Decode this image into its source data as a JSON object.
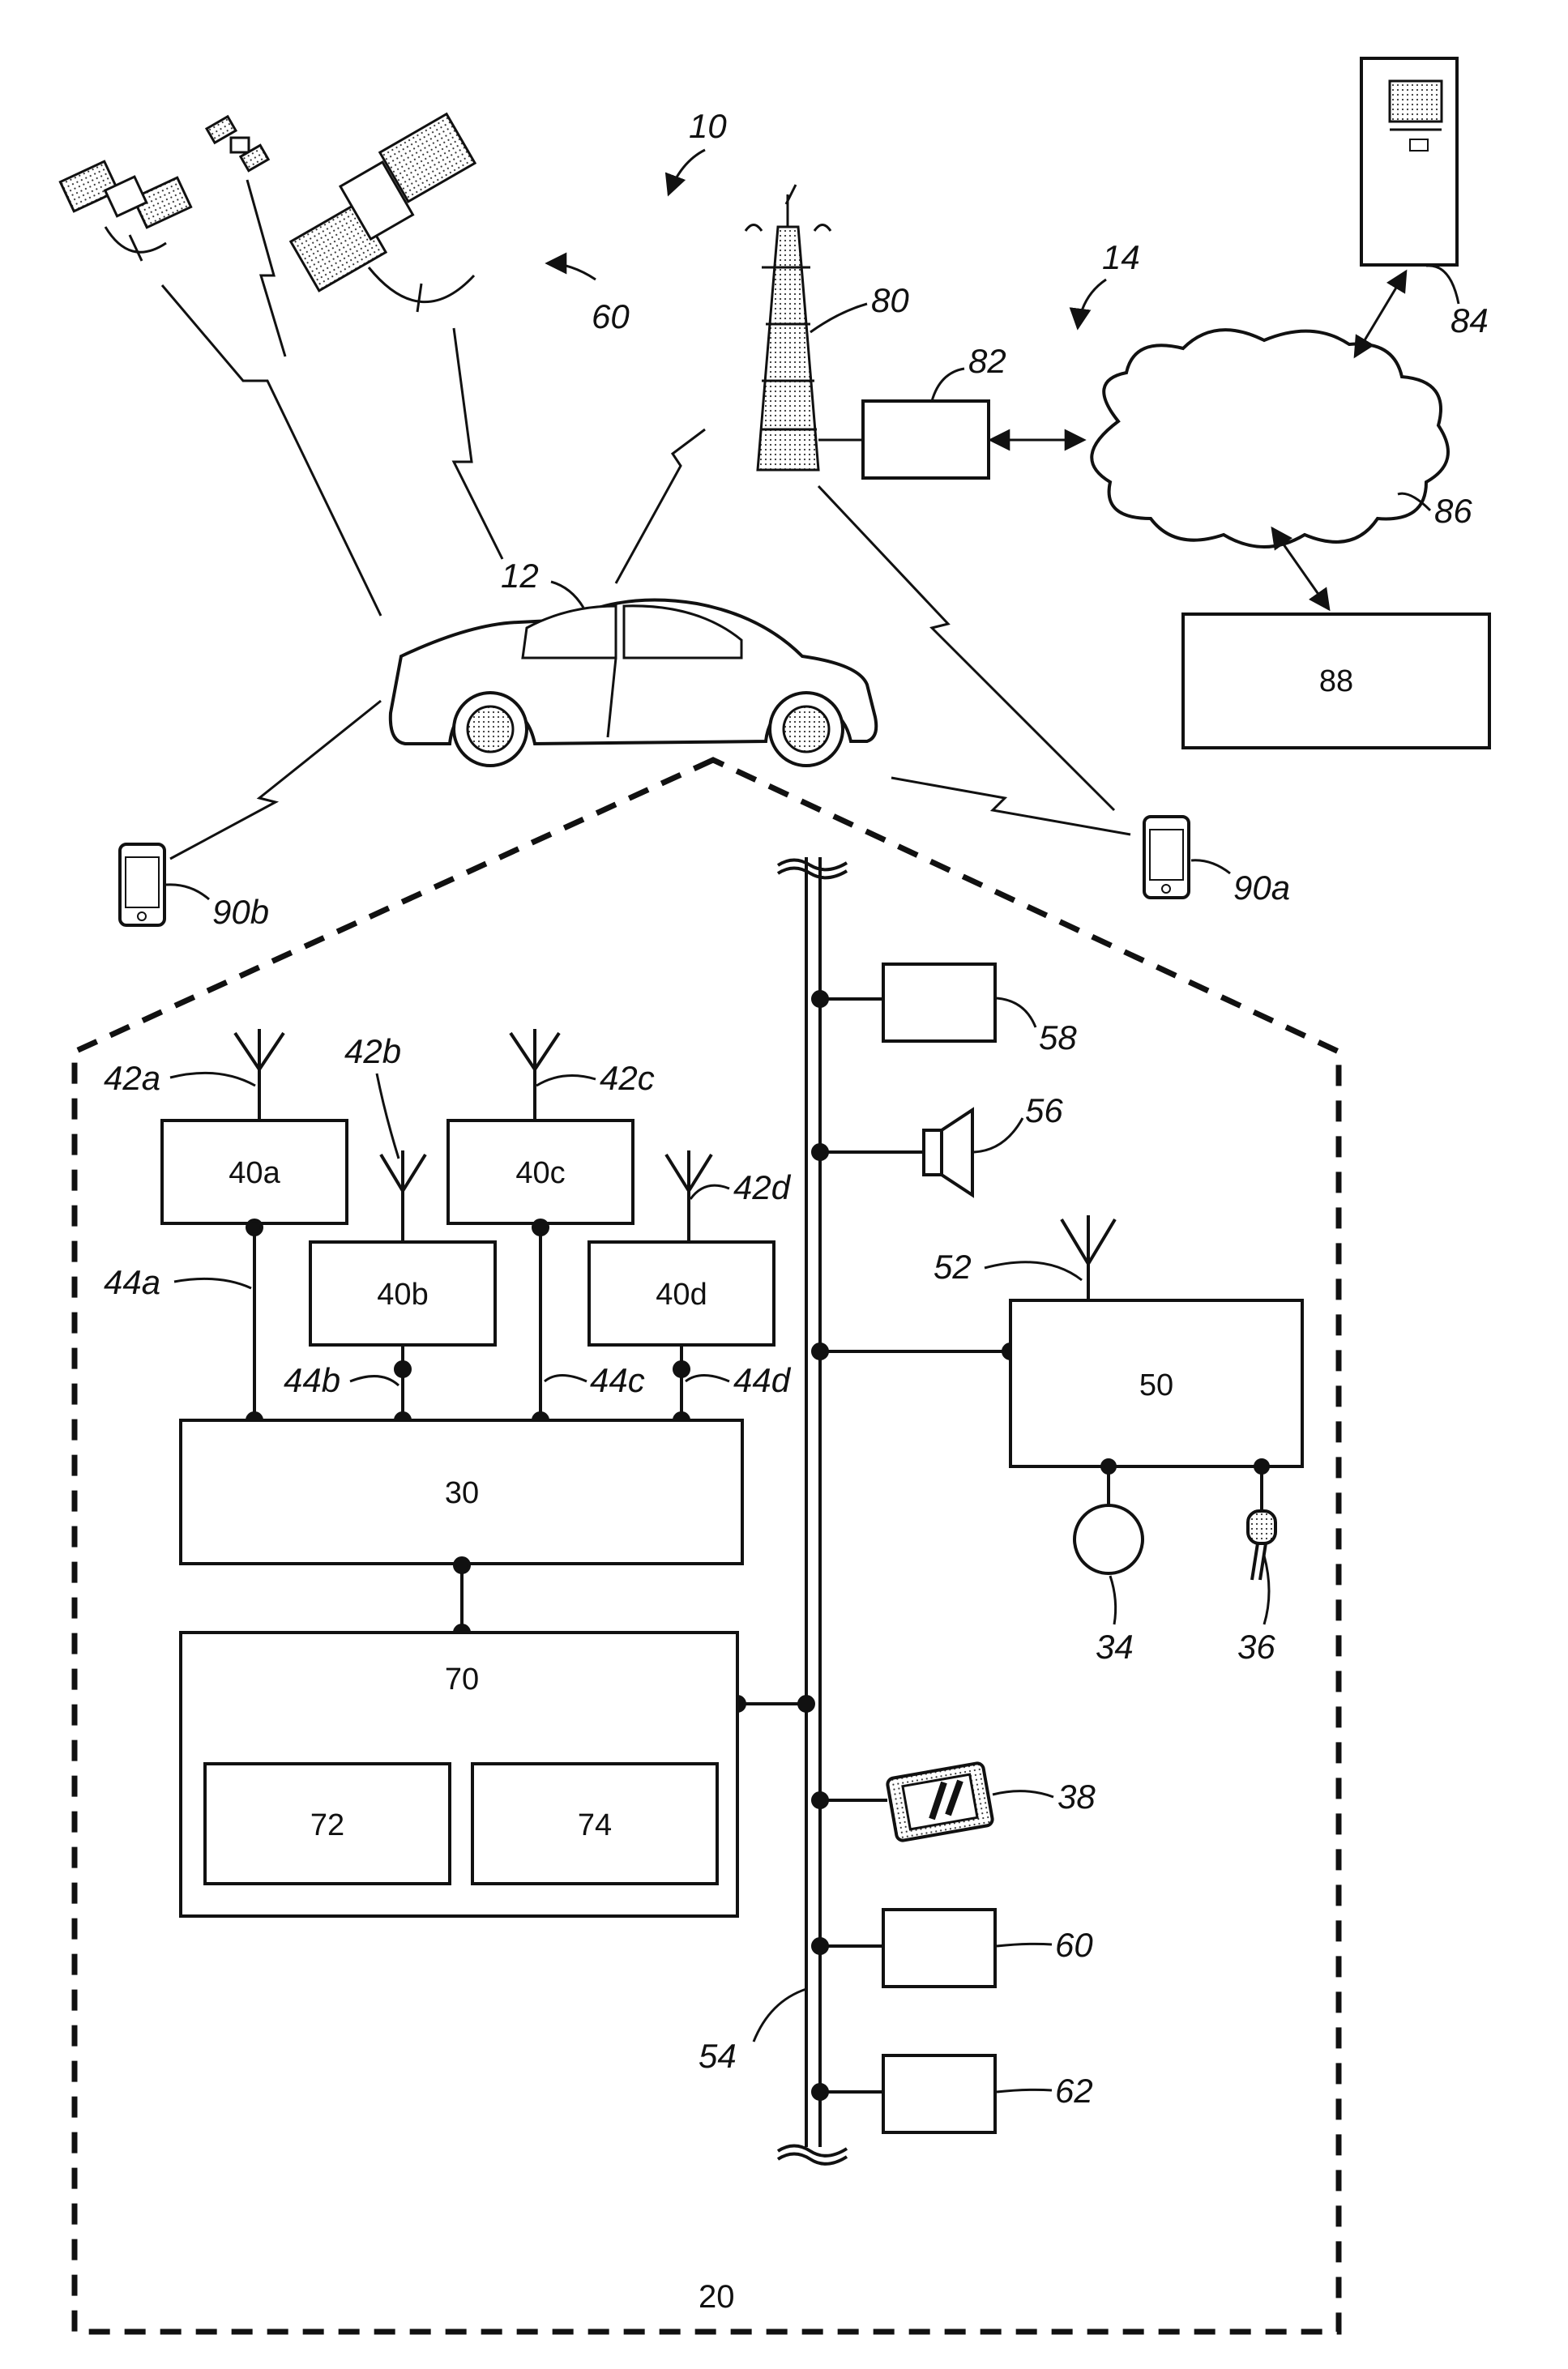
{
  "figure": {
    "ref_system": "10",
    "ref_vehicle": "12",
    "ref_network": "14",
    "ref_vehicle_electronics": "20",
    "ref_satellites": "60",
    "ref_tower": "80",
    "ref_mobile_switch": "82",
    "ref_computer": "84",
    "ref_cloud": "86",
    "ref_facility": "88",
    "ref_phone_a": "90a",
    "ref_phone_b": "90b"
  },
  "modules": {
    "box_40a": "40a",
    "box_40b": "40b",
    "box_40c": "40c",
    "box_40d": "40d",
    "box_30": "30",
    "box_70": "70",
    "box_72": "72",
    "box_74": "74",
    "box_50": "50"
  },
  "references": {
    "ref_42a": "42a",
    "ref_42b": "42b",
    "ref_42c": "42c",
    "ref_42d": "42d",
    "ref_44a": "44a",
    "ref_44b": "44b",
    "ref_44c": "44c",
    "ref_44d": "44d",
    "ref_52": "52",
    "ref_54": "54",
    "ref_56": "56",
    "ref_58": "58",
    "ref_38": "38",
    "ref_60": "60",
    "ref_62": "62",
    "ref_34": "34",
    "ref_36": "36"
  }
}
